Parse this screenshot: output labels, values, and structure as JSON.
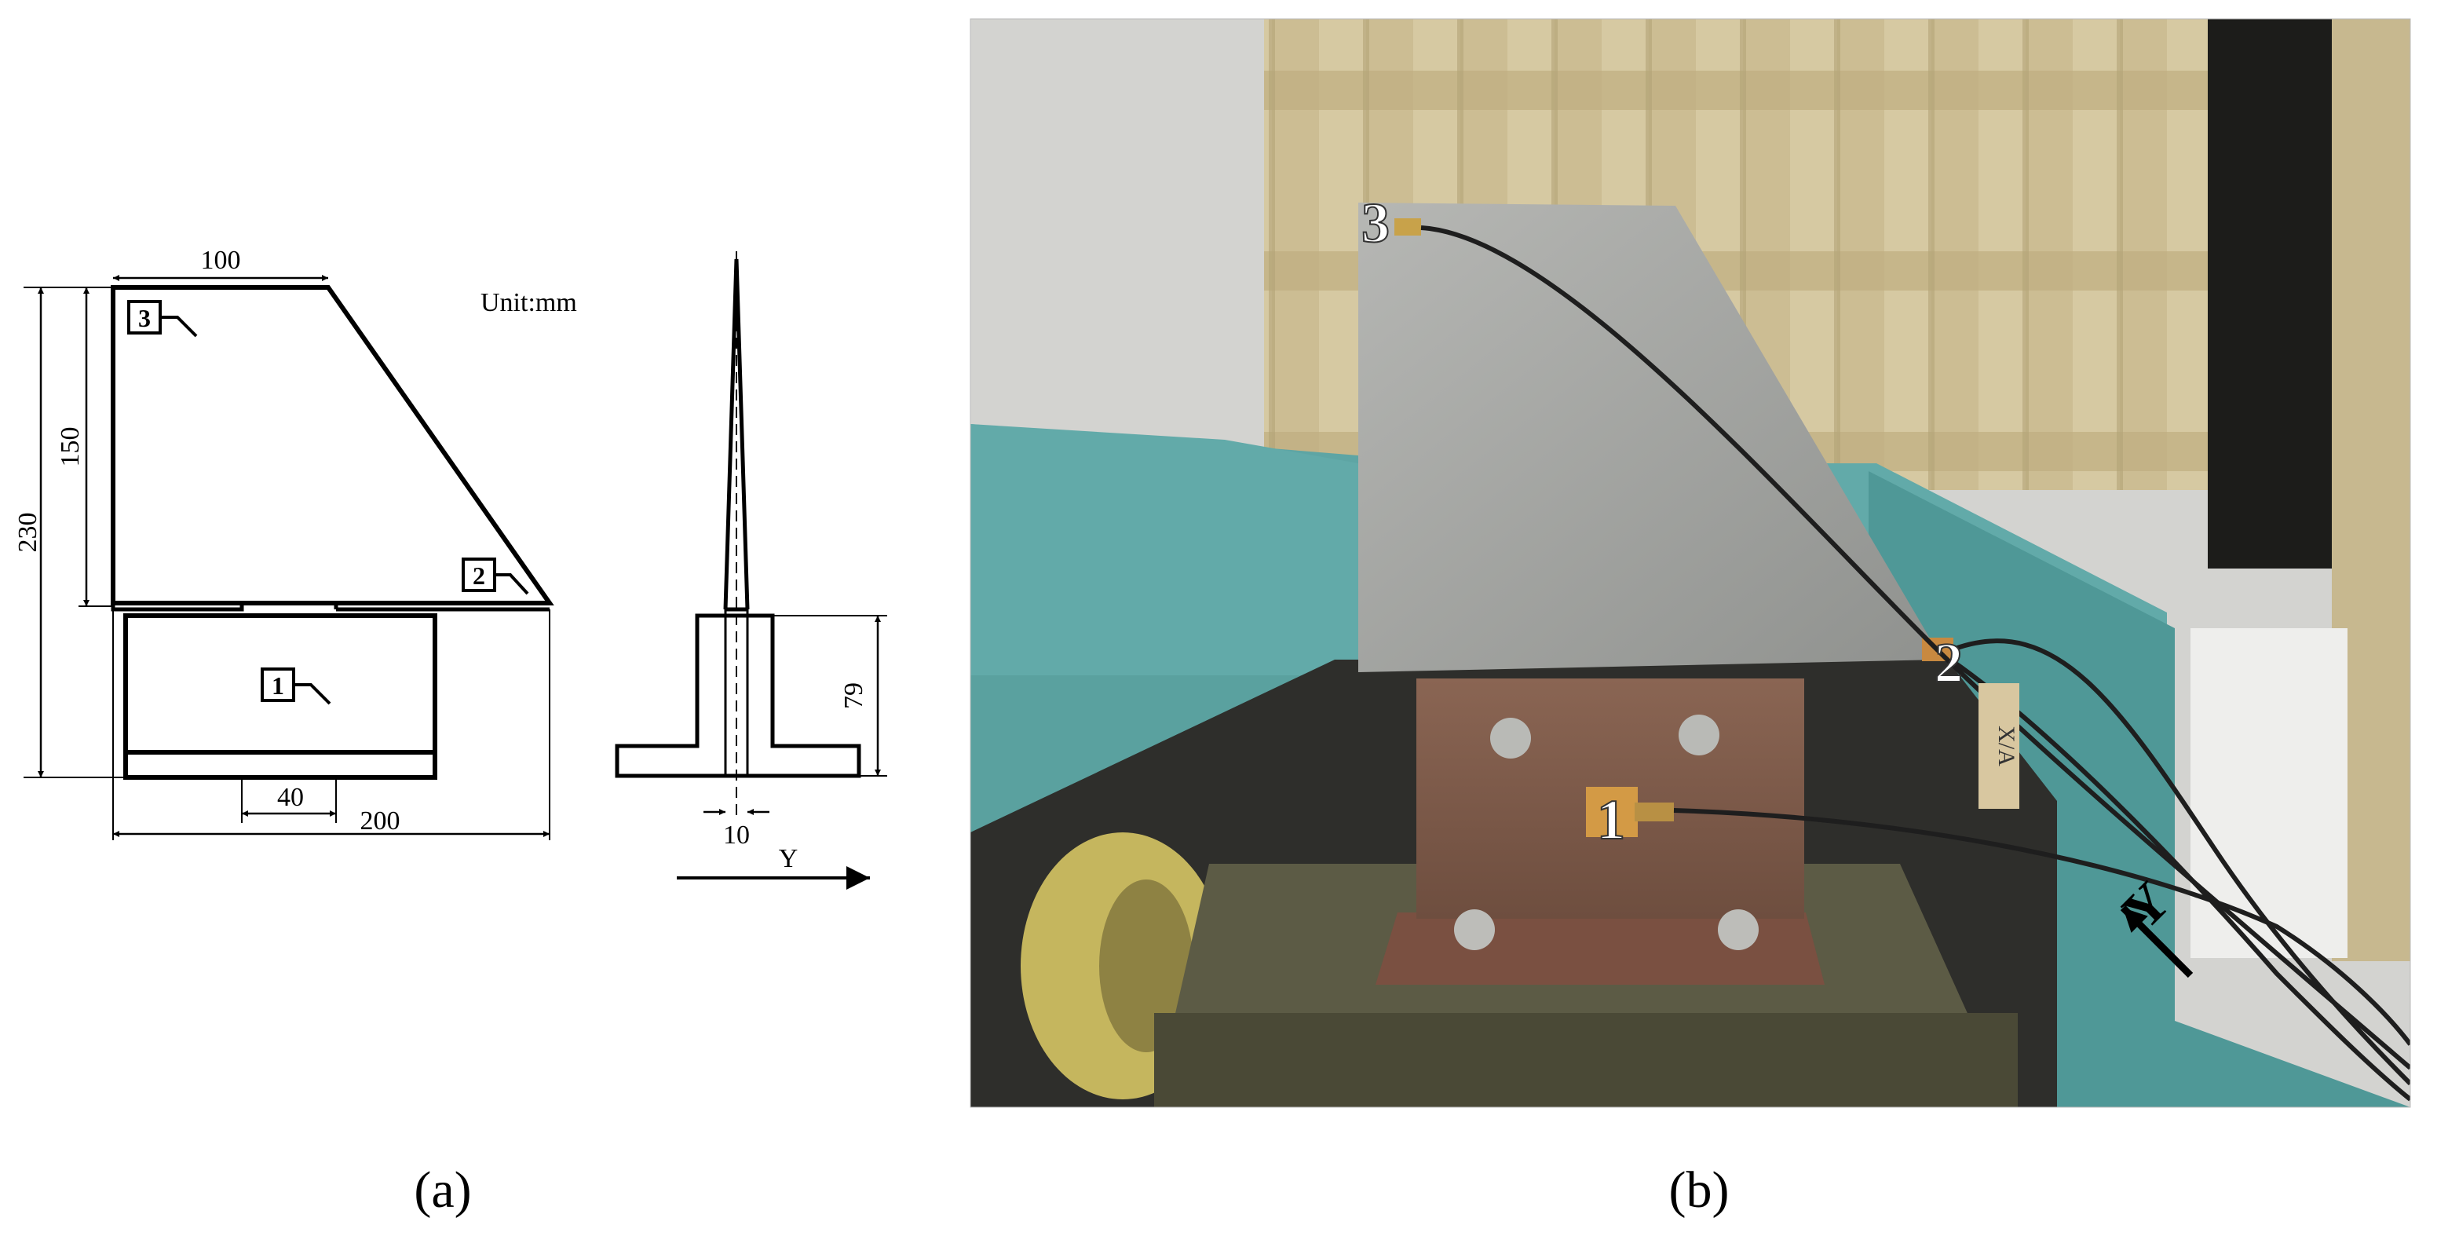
{
  "panel_a": {
    "caption": "(a)",
    "unit_label": "Unit:mm",
    "dimensions": {
      "top_width": "100",
      "total_height": "230",
      "blade_height": "150",
      "base_width": "200",
      "slot_width": "40",
      "base_height": "79",
      "thickness": "10"
    },
    "sensor_labels": [
      "1",
      "2",
      "3"
    ],
    "axis_label": "Y"
  },
  "panel_b": {
    "caption": "(b)",
    "sensor_labels": [
      "1",
      "2",
      "3"
    ],
    "axis_label": "Y",
    "tape_text": "X/A"
  },
  "colors": {
    "line": "#000000",
    "table_teal": "#5fa6a6",
    "curtain": "#c9b88c",
    "wall": "#d5d5d2",
    "blade": "#a3a4a1",
    "fixture": "#7e5b4a",
    "shaker": "#55543f"
  }
}
